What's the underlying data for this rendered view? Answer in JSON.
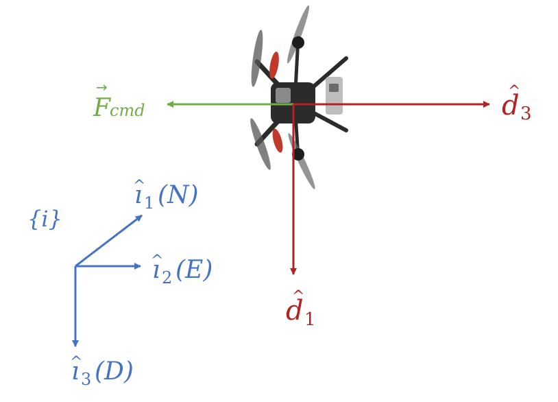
{
  "colors": {
    "force": "#70ad47",
    "body_axes": "#b22222",
    "inertial_axes": "#4472c4",
    "drone_body": "#2b2b2b",
    "drone_accent": "#c0392b"
  },
  "force_vector": {
    "symbol": "F",
    "subscript": "cmd",
    "arrow_mark": "→"
  },
  "body_axes": [
    {
      "symbol": "d",
      "hat": "^",
      "subscript": "3"
    },
    {
      "symbol": "d",
      "hat": "^",
      "subscript": "1"
    }
  ],
  "inertial_frame": {
    "label": "{i}",
    "axes": [
      {
        "symbol": "ı",
        "hat": "^",
        "subscript": "1",
        "direction": "(N)"
      },
      {
        "symbol": "ı",
        "hat": "^",
        "subscript": "2",
        "direction": "(E)"
      },
      {
        "symbol": "ı",
        "hat": "^",
        "subscript": "3",
        "direction": "(D)"
      }
    ]
  },
  "image": {
    "subject": "drone-quadcopter-top-view-icon"
  }
}
